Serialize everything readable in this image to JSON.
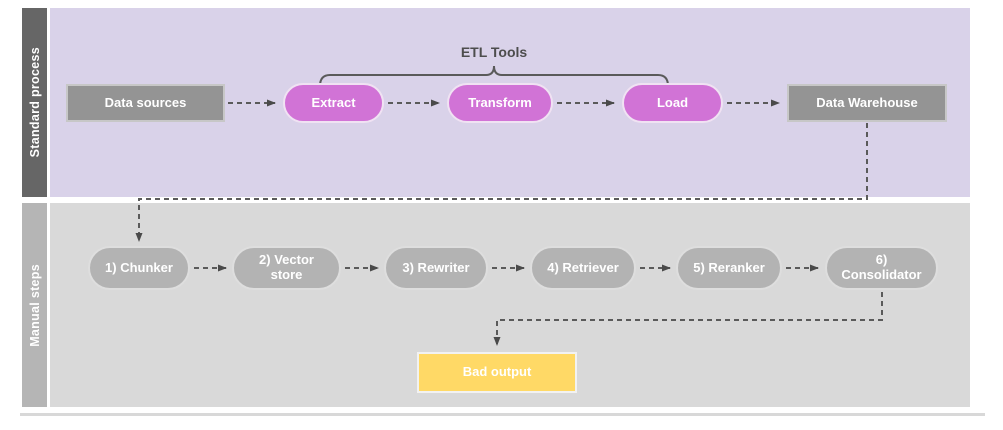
{
  "lanes": [
    {
      "label": "Standard process"
    },
    {
      "label": "Manual steps"
    }
  ],
  "bracket": {
    "label": "ETL Tools"
  },
  "nodes": {
    "data_sources": "Data sources",
    "extract": "Extract",
    "transform": "Transform",
    "load": "Load",
    "data_warehouse": "Data Warehouse",
    "chunker": "1) Chunker",
    "vector_store": "2) Vector store",
    "rewriter": "3) Rewriter",
    "retriever": "4) Retriever",
    "reranker": "5) Reranker",
    "consolidator": "6) Consolidator",
    "bad_output": "Bad output"
  },
  "colors": {
    "lane_top_bar": "#666666",
    "lane_top_body": "#d9d2e9",
    "lane_bottom_bar": "#b5b5b5",
    "lane_bottom_body": "#d9d9d9",
    "gray_node": "#949494",
    "purple_pill": "#d173d6",
    "gray_pill": "#b3b3b3",
    "yellow_node": "#ffd966",
    "connector": "#5a5a5a"
  }
}
